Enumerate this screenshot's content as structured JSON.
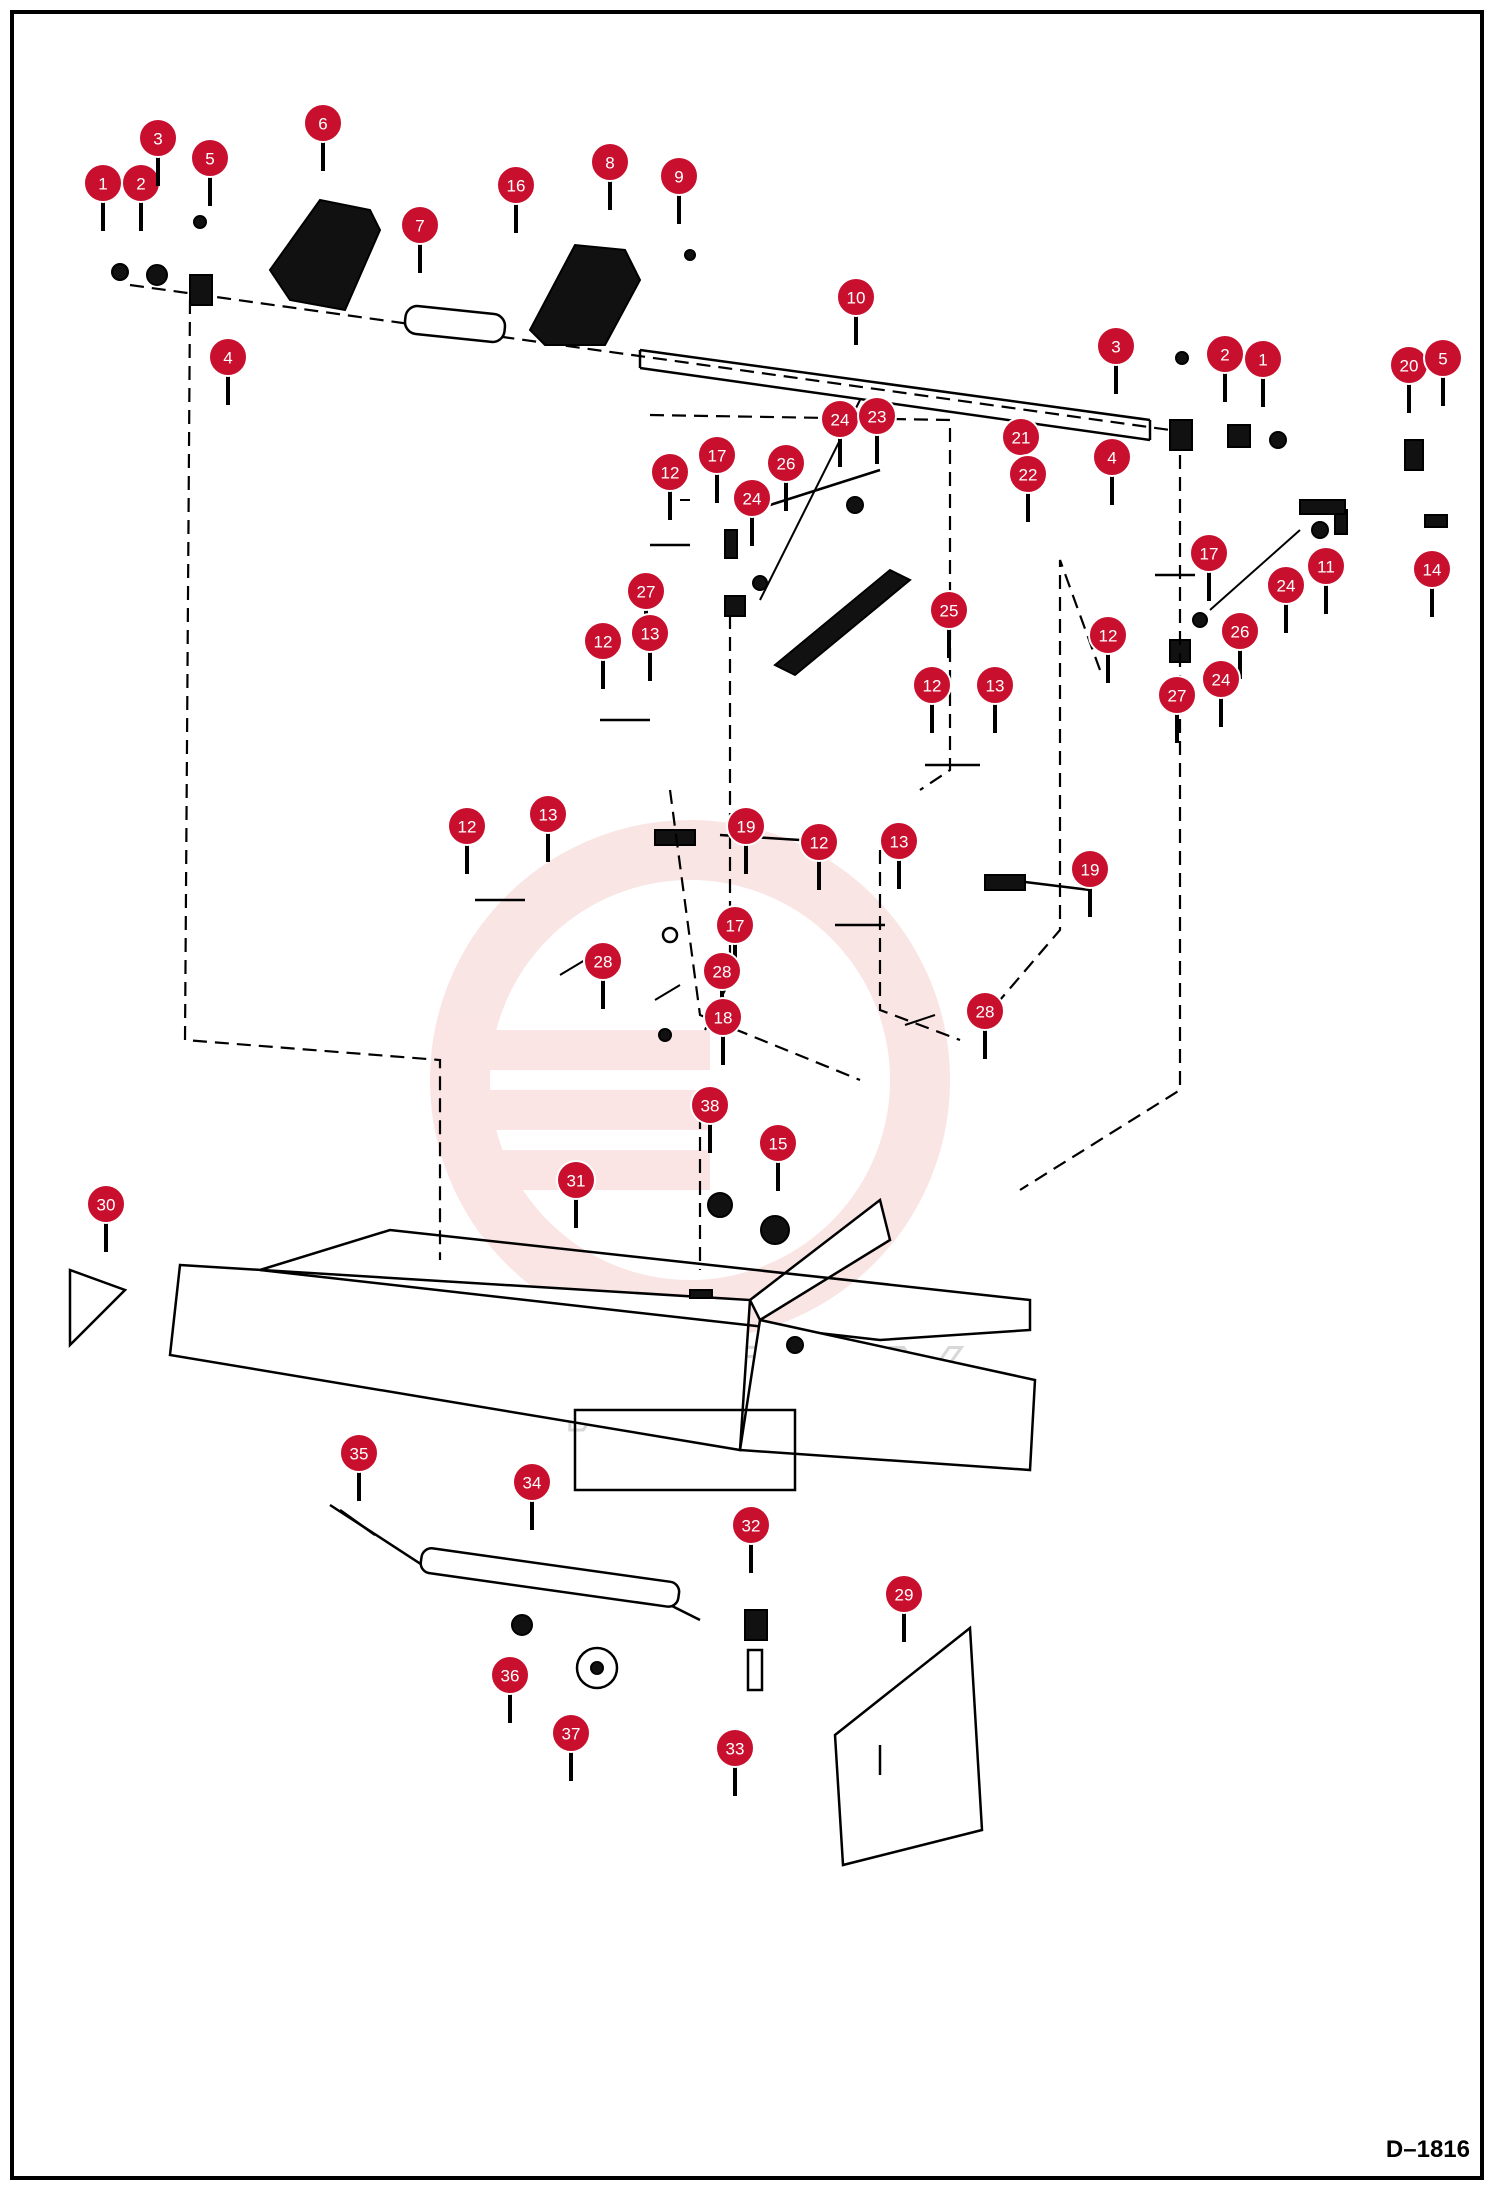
{
  "drawing_id": "D–1816",
  "watermark": {
    "text": "ИНТЕХ",
    "logo": "gear-logo",
    "color": "#f2b5b5"
  },
  "callout_color": "#c8102e",
  "callouts": [
    {
      "n": "1"
    },
    {
      "n": "2"
    },
    {
      "n": "3"
    },
    {
      "n": "5"
    },
    {
      "n": "6"
    },
    {
      "n": "4"
    },
    {
      "n": "7"
    },
    {
      "n": "16"
    },
    {
      "n": "8"
    },
    {
      "n": "9"
    },
    {
      "n": "10"
    },
    {
      "n": "3"
    },
    {
      "n": "2"
    },
    {
      "n": "1"
    },
    {
      "n": "20"
    },
    {
      "n": "5"
    },
    {
      "n": "4"
    },
    {
      "n": "24"
    },
    {
      "n": "23"
    },
    {
      "n": "21"
    },
    {
      "n": "22"
    },
    {
      "n": "12"
    },
    {
      "n": "17"
    },
    {
      "n": "26"
    },
    {
      "n": "24"
    },
    {
      "n": "27"
    },
    {
      "n": "25"
    },
    {
      "n": "12"
    },
    {
      "n": "13"
    },
    {
      "n": "17"
    },
    {
      "n": "11"
    },
    {
      "n": "14"
    },
    {
      "n": "24"
    },
    {
      "n": "12"
    },
    {
      "n": "26"
    },
    {
      "n": "24"
    },
    {
      "n": "27"
    },
    {
      "n": "12"
    },
    {
      "n": "13"
    },
    {
      "n": "12"
    },
    {
      "n": "13"
    },
    {
      "n": "19"
    },
    {
      "n": "12"
    },
    {
      "n": "13"
    },
    {
      "n": "19"
    },
    {
      "n": "17"
    },
    {
      "n": "28"
    },
    {
      "n": "28"
    },
    {
      "n": "18"
    },
    {
      "n": "28"
    },
    {
      "n": "38"
    },
    {
      "n": "15"
    },
    {
      "n": "31"
    },
    {
      "n": "30"
    },
    {
      "n": "35"
    },
    {
      "n": "34"
    },
    {
      "n": "32"
    },
    {
      "n": "29"
    },
    {
      "n": "36"
    },
    {
      "n": "37"
    },
    {
      "n": "33"
    }
  ]
}
